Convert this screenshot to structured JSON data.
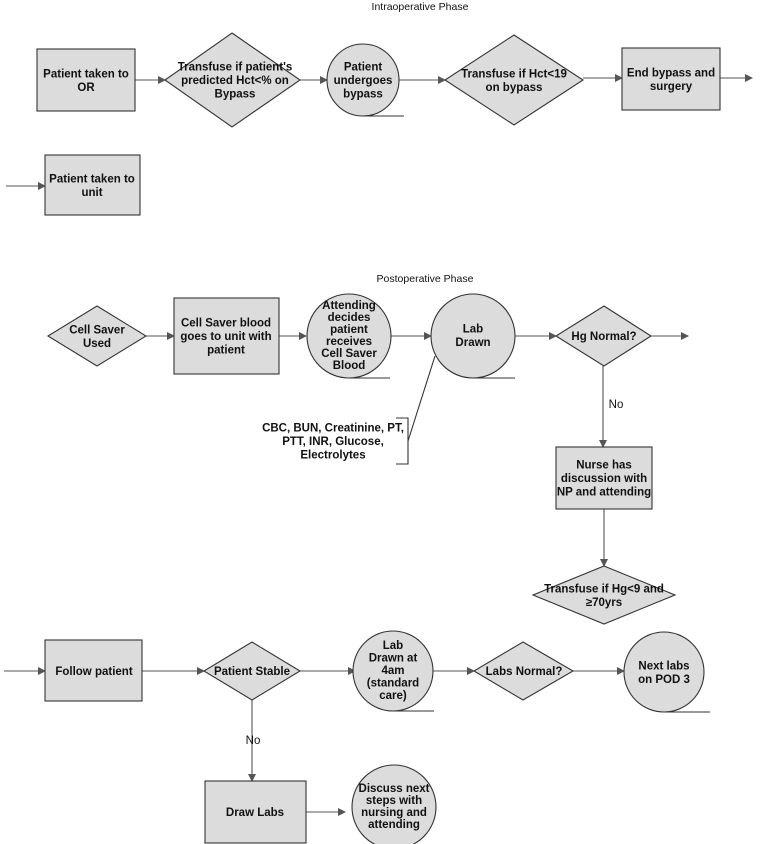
{
  "phases": {
    "intraoperative": "Intraoperative Phase",
    "postoperative": "Postoperative Phase"
  },
  "nodes": {
    "patient_to_or": [
      "Patient taken to",
      "OR"
    ],
    "transfuse_predicted": [
      "Transfuse if patient's",
      "predicted Hct<% on",
      "Bypass"
    ],
    "bypass": [
      "Patient",
      "undergoes",
      "bypass"
    ],
    "transfuse_hct": [
      "Transfuse if Hct<19",
      "on bypass"
    ],
    "end_bypass": [
      "End bypass and",
      "surgery"
    ],
    "patient_to_unit": [
      "Patient taken to",
      "unit"
    ],
    "cell_saver_used": [
      "Cell Saver",
      "Used"
    ],
    "cell_saver_blood": [
      "Cell Saver blood",
      "goes to unit with",
      "patient"
    ],
    "attending_decides": [
      "Attending",
      "decides",
      "patient",
      "receives",
      "Cell Saver",
      "Blood"
    ],
    "lab_drawn": [
      "Lab",
      "Drawn"
    ],
    "hg_normal": [
      "Hg Normal?"
    ],
    "nurse_discussion": [
      "Nurse has",
      "discussion with",
      "NP and attending"
    ],
    "transfuse_hg": [
      "Transfuse if Hg<9 and",
      "≥70yrs"
    ],
    "follow_patient": [
      "Follow patient"
    ],
    "patient_stable": [
      "Patient Stable"
    ],
    "lab_4am": [
      "Lab",
      "Drawn at",
      "4am",
      "(standard",
      "care)"
    ],
    "labs_normal": [
      "Labs Normal?"
    ],
    "next_labs": [
      "Next labs",
      "on POD 3"
    ],
    "draw_labs": [
      "Draw Labs"
    ],
    "discuss_next": [
      "Discuss next",
      "steps with",
      "nursing and",
      "attending"
    ]
  },
  "annotation": {
    "lab_panel": [
      "CBC, BUN, Creatinine, PT,",
      "PTT, INR, Glucose,",
      "Electrolytes"
    ]
  },
  "edge_labels": {
    "hg_no": "No",
    "stable_no": "No"
  }
}
